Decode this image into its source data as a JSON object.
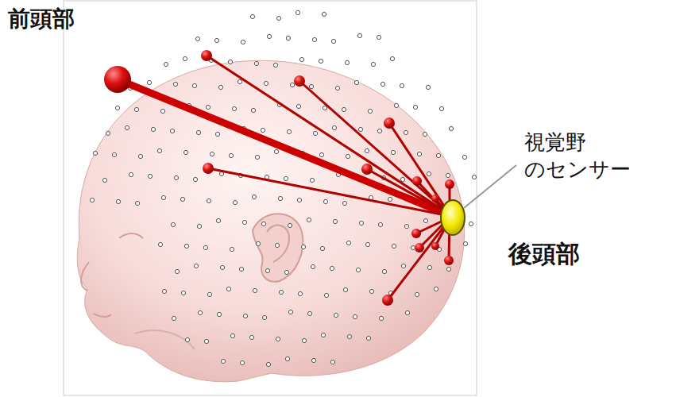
{
  "diagram": {
    "labels": [
      "前頭部",
      "視覚野 のセンサー",
      "後頭部"
    ]
  }
}
